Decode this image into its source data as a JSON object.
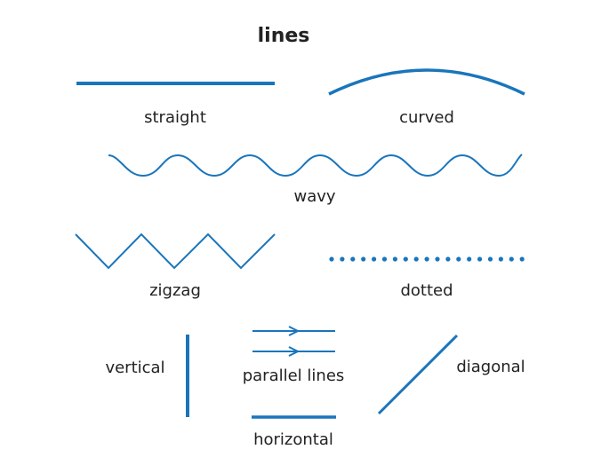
{
  "title": "lines",
  "line_color": "#1a75bb",
  "text_color": "#222222",
  "labels": {
    "straight": "straight",
    "curved": "curved",
    "wavy": "wavy",
    "zigzag": "zigzag",
    "dotted": "dotted",
    "vertical": "vertical",
    "parallel": "parallel lines",
    "horizontal": "horizontal",
    "diagonal": "diagonal"
  }
}
